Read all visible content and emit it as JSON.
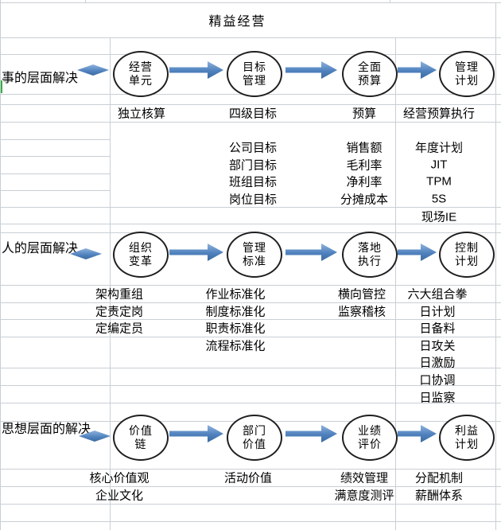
{
  "title": "精益经营",
  "colors": {
    "accent": "#4f81bd",
    "accent_dark": "#3a6aa0",
    "accent_light": "#8fb2dd",
    "grid": "#c8cfd6",
    "node_border": "#1f1f1f",
    "marker_green": "#35ad46"
  },
  "streams": [
    {
      "label": "事的层面解决",
      "nodes": [
        {
          "lines": [
            "经营",
            "单元"
          ],
          "notes": [
            "独立核算"
          ]
        },
        {
          "lines": [
            "目标",
            "管理"
          ],
          "notes": [
            "四级目标",
            "",
            "公司目标",
            "部门目标",
            "班组目标",
            "岗位目标"
          ]
        },
        {
          "lines": [
            "全面",
            "预算"
          ],
          "notes": [
            "预算",
            "",
            "销售额",
            "毛利率",
            "净利率",
            "分摊成本"
          ]
        },
        {
          "lines": [
            "管理",
            "计划"
          ],
          "notes": [
            "经营预算执行",
            "",
            "年度计划",
            "JIT",
            "TPM",
            "5S",
            "现场IE"
          ]
        }
      ]
    },
    {
      "label": "人的层面解决",
      "nodes": [
        {
          "lines": [
            "组织",
            "变革"
          ],
          "notes": [
            "架构重组",
            "定责定岗",
            "定编定员"
          ]
        },
        {
          "lines": [
            "管理",
            "标准"
          ],
          "notes": [
            "作业标准化",
            "制度标准化",
            "职责标准化",
            "流程标准化"
          ]
        },
        {
          "lines": [
            "落地",
            "执行"
          ],
          "notes": [
            "横向管控",
            "监察稽核"
          ]
        },
        {
          "lines": [
            "控制",
            "计划"
          ],
          "notes": [
            "六大组合拳",
            "日计划",
            "日备料",
            "日攻关",
            "日激励",
            "口协调",
            "日监察"
          ]
        }
      ]
    },
    {
      "label": "思想层面的解决",
      "nodes": [
        {
          "lines": [
            "价值",
            "链"
          ],
          "notes": [
            "核心价值观",
            "企业文化"
          ]
        },
        {
          "lines": [
            "部门",
            "价值"
          ],
          "notes": [
            "活动价值"
          ]
        },
        {
          "lines": [
            "业绩",
            "评价"
          ],
          "notes": [
            "绩效管理",
            "满意度测评"
          ]
        },
        {
          "lines": [
            "利益",
            "计划"
          ],
          "notes": [
            "分配机制",
            "薪酬体系"
          ]
        }
      ]
    }
  ]
}
